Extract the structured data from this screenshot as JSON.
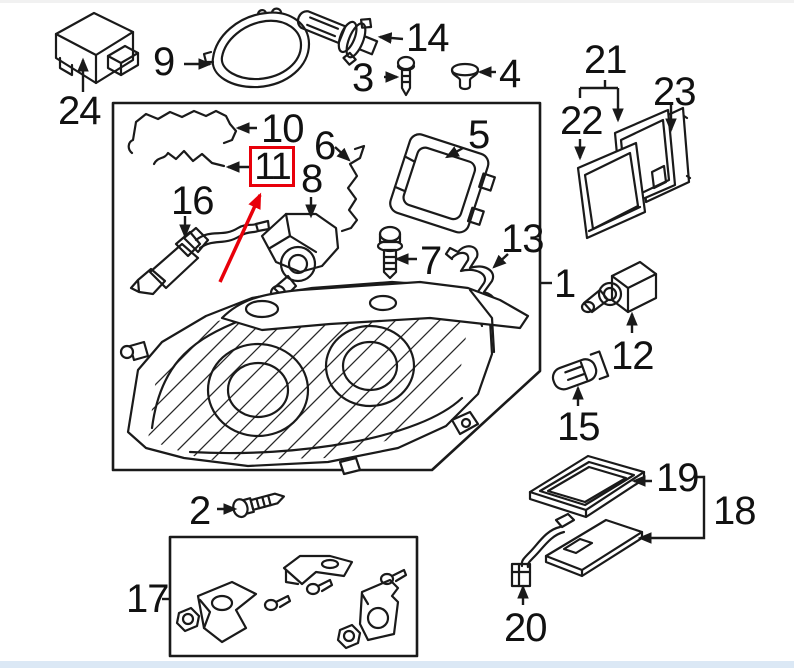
{
  "diagram": {
    "selected_part": "11",
    "colors": {
      "highlight": "#e8000a",
      "line": "#1a1a1a",
      "background": "#ffffff",
      "top_strip": "#f1f1f1",
      "bottom_strip": "#dbe8f5"
    },
    "parts": {
      "p1": {
        "label": "1"
      },
      "p2": {
        "label": "2"
      },
      "p3": {
        "label": "3"
      },
      "p4": {
        "label": "4"
      },
      "p5": {
        "label": "5"
      },
      "p6": {
        "label": "6"
      },
      "p7": {
        "label": "7"
      },
      "p8": {
        "label": "8"
      },
      "p9": {
        "label": "9"
      },
      "p10": {
        "label": "10"
      },
      "p11": {
        "label": "11"
      },
      "p12": {
        "label": "12"
      },
      "p13": {
        "label": "13"
      },
      "p14": {
        "label": "14"
      },
      "p15": {
        "label": "15"
      },
      "p16": {
        "label": "16"
      },
      "p17": {
        "label": "17"
      },
      "p18": {
        "label": "18"
      },
      "p19": {
        "label": "19"
      },
      "p20": {
        "label": "20"
      },
      "p21": {
        "label": "21"
      },
      "p22": {
        "label": "22"
      },
      "p23": {
        "label": "23"
      },
      "p24": {
        "label": "24"
      }
    }
  }
}
